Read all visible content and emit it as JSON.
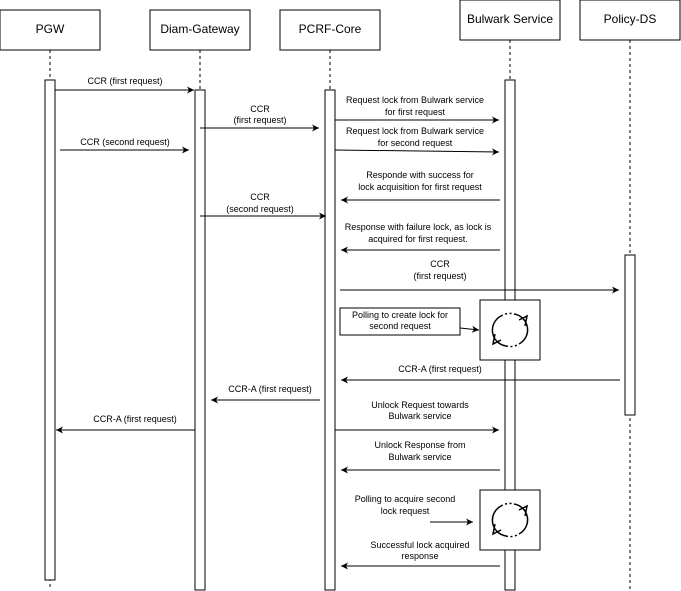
{
  "actors": {
    "pgw": "PGW",
    "diam_gateway": "Diam-Gateway",
    "pcrf_core": "PCRF-Core",
    "bulwark": "Bulwark Service",
    "policy_ds": "Policy-DS"
  },
  "messages": {
    "m1": [
      "CCR (first request)"
    ],
    "m2": [
      "CCR",
      "(first request)"
    ],
    "m3": [
      "Request lock from Bulwark service",
      "for first request"
    ],
    "m4": [
      "CCR (second request)"
    ],
    "m5": [
      "Request lock from Bulwark service",
      "for second request"
    ],
    "m6": [
      "Responde with success for",
      "lock acquisition for first request"
    ],
    "m7": [
      "CCR",
      "(second request)"
    ],
    "m8": [
      "Response with failure lock, as lock is",
      "acquired for first request."
    ],
    "m9": [
      "CCR",
      "(first request)"
    ],
    "m10": [
      "CCR-A (first request)"
    ],
    "m11": [
      "CCR-A (first request)"
    ],
    "m12": [
      "Unlock Request towards",
      "Bulwark service"
    ],
    "m13": [
      "CCR-A (first request)"
    ],
    "m14": [
      "Unlock Response from",
      "Bulwark service"
    ],
    "m15": [
      "Successful lock acquired",
      "response"
    ]
  },
  "notes": {
    "polling_create": [
      "Polling to create lock for",
      "second request"
    ],
    "polling_acquire": [
      "Polling to acquire second",
      "lock request"
    ]
  }
}
